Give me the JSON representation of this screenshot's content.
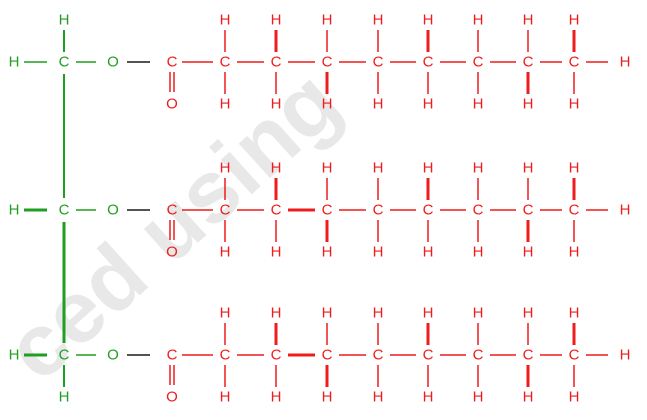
{
  "diagram": {
    "glycerol_color": "#1f9e1f",
    "fatty_acid_color": "#ee1c1c",
    "bond_color": "#1a1a1a",
    "symbols": {
      "hydrogen": "H",
      "carbon": "C",
      "oxygen": "O",
      "ester_carbonyl": "C",
      "carbonyl_oxygen": "O"
    },
    "chains": [
      {
        "row": 1,
        "glycerol_carbon": "C",
        "ester_oxygen": "O",
        "chain_carbons": [
          "C",
          "C",
          "C",
          "C",
          "C",
          "C",
          "C",
          "C"
        ]
      },
      {
        "row": 2,
        "glycerol_carbon": "C",
        "ester_oxygen": "O",
        "chain_carbons": [
          "C",
          "C",
          "C",
          "C",
          "C",
          "C",
          "C",
          "C"
        ]
      },
      {
        "row": 3,
        "glycerol_carbon": "C",
        "ester_oxygen": "O",
        "chain_carbons": [
          "C",
          "C",
          "C",
          "C",
          "C",
          "C",
          "C",
          "C"
        ]
      }
    ],
    "watermark": "ced using"
  }
}
